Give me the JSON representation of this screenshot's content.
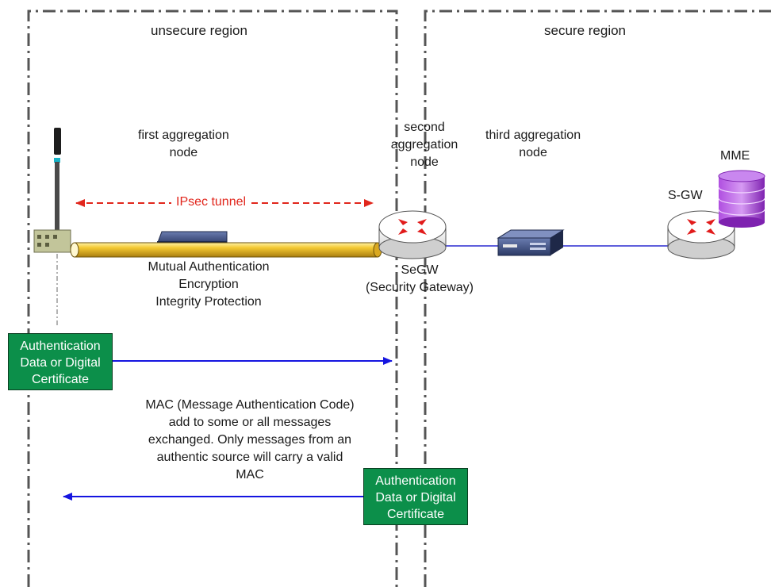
{
  "regions": {
    "unsecure": "unsecure region",
    "secure": "secure region"
  },
  "nodes": {
    "first_aggregation": [
      "first aggregation",
      "node"
    ],
    "second_aggregation": [
      "second",
      "aggregation",
      "node"
    ],
    "third_aggregation": [
      "third aggregation",
      "node"
    ],
    "mme": "MME",
    "sgw": "S-GW",
    "segw": [
      "SeGW",
      "(Security Gateway)"
    ]
  },
  "tunnel": {
    "label": "IPsec tunnel",
    "features": [
      "Mutual Authentication",
      "Encryption",
      "Integrity Protection"
    ]
  },
  "auth_boxes": {
    "left": [
      "Authentication",
      "Data or Digital",
      "Certificate"
    ],
    "right": [
      "Authentication",
      "Data or Digital",
      "Certificate"
    ]
  },
  "mac_note": [
    "MAC (Message Authentication Code)",
    "add to some or all messages",
    "exchanged. Only messages from an",
    "authentic source will carry a valid",
    "MAC"
  ],
  "colors": {
    "region_border": "#555555",
    "tunnel_red": "#e1261c",
    "arrow_blue": "#1515e0",
    "link_blue": "#2a2ad0",
    "auth_green": "#0c8f4a",
    "tube_yellow": "#f0c020",
    "mme_purple": "#9b30d0"
  }
}
